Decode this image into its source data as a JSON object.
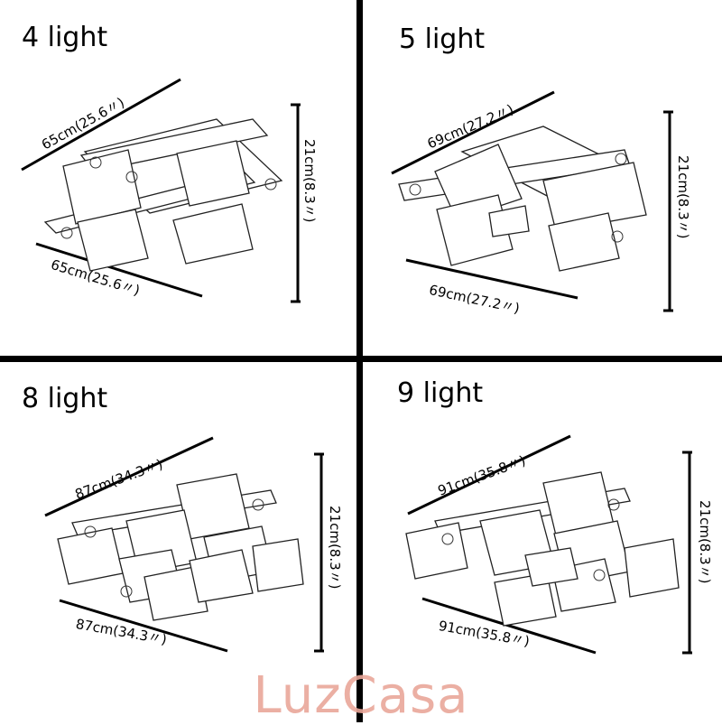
{
  "panels": [
    {
      "title": "4 light",
      "width_top": "65cm(25.6〃)",
      "width_bottom": "65cm(25.6〃)",
      "height": "21cm(8.3〃)"
    },
    {
      "title": "5 light",
      "width_top": "69cm(27.2〃)",
      "width_bottom": "69cm(27.2〃)",
      "height": "21cm(8.3〃)"
    },
    {
      "title": "8 light",
      "width_top": "87cm(34.3〃)",
      "width_bottom": "87cm(34.3〃)",
      "height": "21cm(8.3〃)"
    },
    {
      "title": "9 light",
      "width_top": "91cm(35.8〃)",
      "width_bottom": "91cm(35.8〃)",
      "height": "21cm(8.3〃)"
    }
  ],
  "watermark": "LuzCasa",
  "colors": {
    "watermark": "#e9a79a",
    "lines": "#000000"
  }
}
